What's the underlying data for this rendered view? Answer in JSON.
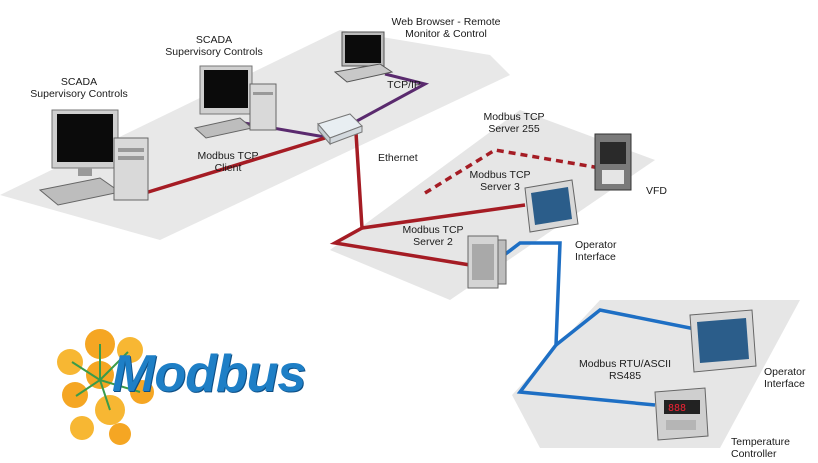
{
  "labels": {
    "web_browser": [
      "Web Browser - Remote",
      "Monitor & Control"
    ],
    "scada_top": [
      "SCADA",
      "Supervisory Controls"
    ],
    "scada_left": [
      "SCADA",
      "Supervisory Controls"
    ],
    "tcpip": "TCP/IP",
    "modbus_client": [
      "Modbus TCP",
      "Client"
    ],
    "ethernet": "Ethernet",
    "server255": [
      "Modbus TCP",
      "Server 255"
    ],
    "server3": [
      "Modbus TCP",
      "Server 3"
    ],
    "vfd": "VFD",
    "server2": [
      "Modbus TCP",
      "Server 2"
    ],
    "operator_interface_1": [
      "Operator",
      "Interface"
    ],
    "rtu": [
      "Modbus RTU/ASCII",
      "RS485"
    ],
    "operator_interface_2": [
      "Operator",
      "Interface"
    ],
    "temperature_controller": [
      "Temperature",
      "Controller"
    ]
  },
  "logo": {
    "text": "Modbus"
  },
  "colors": {
    "ethernet_line": "#a51c24",
    "tcpip_line": "#5a2a6e",
    "rs485_line": "#1e6fc4",
    "logo_blue": "#1e7fc6",
    "logo_orange": "#f5a623",
    "platform": "#e6e6e6"
  },
  "icons": [
    "desktop-computer-icon",
    "laptop-icon",
    "network-switch-icon",
    "plc-icon",
    "touch-panel-icon",
    "vfd-drive-icon",
    "temperature-controller-icon"
  ]
}
